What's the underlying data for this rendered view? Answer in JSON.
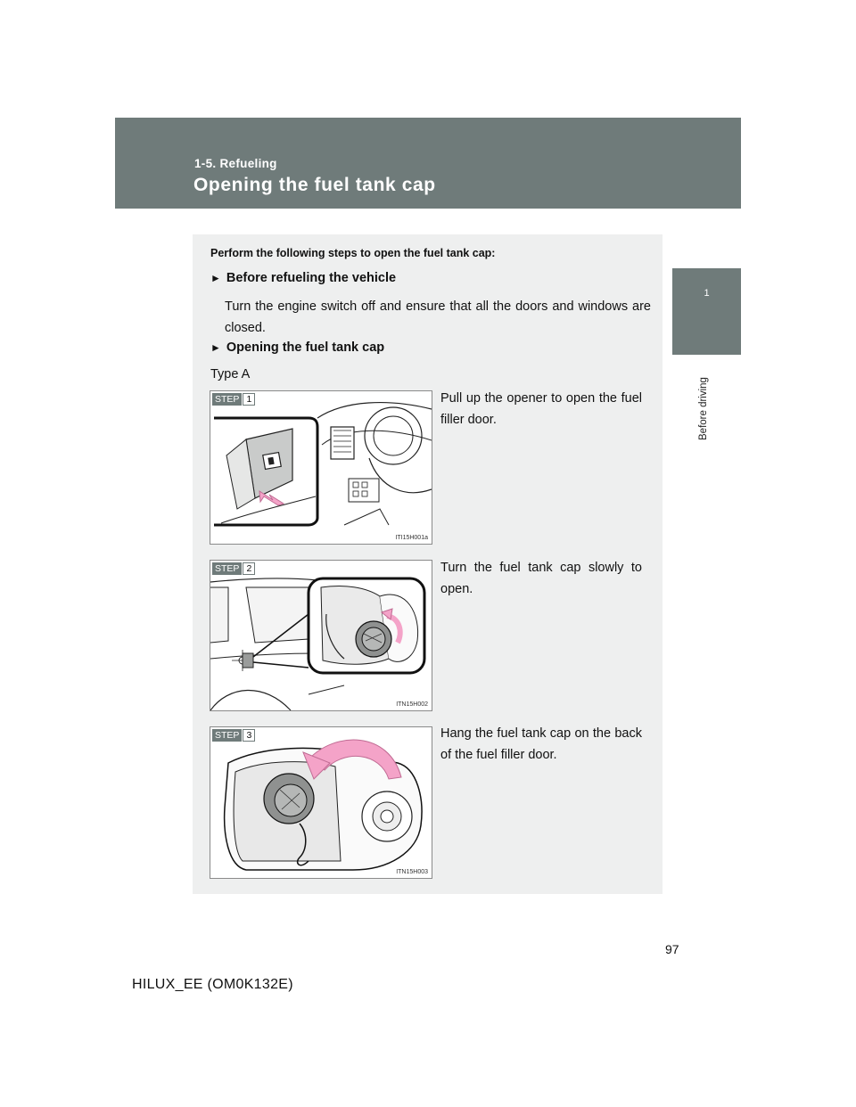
{
  "header": {
    "section": "1-5. Refueling",
    "title": "Opening the fuel tank cap"
  },
  "side_tab": {
    "chapter_number": "1",
    "chapter_label": "Before driving"
  },
  "content": {
    "intro": "Perform the following steps to open the fuel tank cap:",
    "bullet1_title": "Before refueling the vehicle",
    "bullet1_text": "Turn the engine switch off and ensure that all the doors and windows are closed.",
    "bullet2_title": "Opening the fuel tank cap",
    "type_label": "Type A",
    "steps": [
      {
        "step_label": "STEP",
        "number": "1",
        "text": "Pull up the opener to open the fuel filler door.",
        "image_code": "ITI15H001a"
      },
      {
        "step_label": "STEP",
        "number": "2",
        "text": "Turn the fuel tank cap slowly to open.",
        "image_code": "ITN15H002"
      },
      {
        "step_label": "STEP",
        "number": "3",
        "text": "Hang the fuel tank cap on the back of the fuel filler door.",
        "image_code": "ITN15H003"
      }
    ]
  },
  "footer": {
    "page_number": "97",
    "model": "HILUX_EE (OM0K132E)"
  },
  "colors": {
    "header_bg": "#6f7b7a",
    "panel_bg": "#eeefef",
    "arrow": "#f4a3c8"
  }
}
